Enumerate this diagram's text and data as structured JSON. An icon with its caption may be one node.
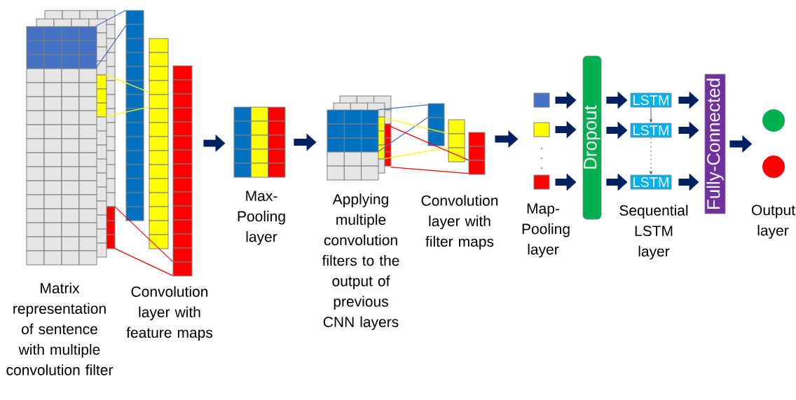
{
  "diagram": {
    "nodes": [
      {
        "text": [],
        "shape": "picture",
        "beside": [
          "Matrix representation of sentence with multiple convolution filter"
        ]
      },
      {
        "text": [],
        "shape": "picture",
        "beside": [
          "Convolution layer with feature maps"
        ]
      },
      {
        "text": [],
        "shape": "picture",
        "beside": [
          "Max-Pooling layer"
        ]
      },
      {
        "text": [],
        "shape": "picture",
        "beside": [
          "Applying multiple convolution filters to the output of previous CNN layers"
        ]
      },
      {
        "text": [],
        "shape": "picture",
        "beside": [
          "Convolution layer with filter maps"
        ]
      },
      {
        "text": [],
        "shape": "box"
      },
      {
        "text": [],
        "shape": "box"
      },
      {
        "text": [],
        "shape": "box"
      },
      {
        "text": [
          "Dropout"
        ]
      },
      {
        "text": [
          "LSTM"
        ]
      },
      {
        "text": [
          "LSTM"
        ]
      },
      {
        "text": [
          "LSTM"
        ]
      },
      {
        "text": [
          "Fully-Connected"
        ]
      },
      {
        "text": [],
        "shape": "circle"
      },
      {
        "text": [],
        "shape": "circle"
      }
    ],
    "edges": [
      {
        "from": 1,
        "to": 2,
        "arrow": "to",
        "style": "thick"
      },
      {
        "from": 2,
        "to": 3,
        "arrow": "to",
        "style": "thick"
      },
      {
        "from": 4,
        "to": 6,
        "arrow": "to",
        "style": "thick"
      },
      {
        "from": 5,
        "to": 8,
        "arrow": "to",
        "style": "thick"
      },
      {
        "from": 6,
        "to": 8,
        "arrow": "to",
        "style": "thick"
      },
      {
        "from": 7,
        "to": 8,
        "arrow": "to",
        "style": "thick"
      },
      {
        "from": 8,
        "to": 9,
        "arrow": "to",
        "style": "thick"
      },
      {
        "from": 8,
        "to": 10,
        "arrow": "to",
        "style": "thick"
      },
      {
        "from": 8,
        "to": 11,
        "arrow": "to",
        "style": "thick"
      },
      {
        "from": 9,
        "to": 10,
        "arrow": "to",
        "color": "#595959"
      },
      {
        "from": 10,
        "to": 11,
        "arrow": "to",
        "style": "dashed",
        "color": "#595959"
      },
      {
        "from": 9,
        "to": 12,
        "arrow": "to",
        "style": "thick"
      },
      {
        "from": 10,
        "to": 12,
        "arrow": "to",
        "style": "thick"
      },
      {
        "from": 11,
        "to": 12,
        "arrow": "to",
        "style": "thick"
      },
      {
        "from": 12,
        "to": null,
        "arrow": "to",
        "style": "thick"
      },
      {
        "from": 0,
        "to": 1,
        "arrow": "none",
        "color": "#4472c4"
      },
      {
        "from": 0,
        "to": 1,
        "arrow": "none",
        "color": "#4472c4"
      },
      {
        "from": 0,
        "to": 1,
        "arrow": "none",
        "color": "#ffff00"
      },
      {
        "from": 0,
        "to": 1,
        "arrow": "none",
        "color": "#ffff00"
      },
      {
        "from": 0,
        "to": 1,
        "arrow": "none",
        "color": "#ff0000"
      },
      {
        "from": 0,
        "to": 1,
        "arrow": "none",
        "color": "#ff0000"
      },
      {
        "from": 3,
        "to": 4,
        "arrow": "none",
        "color": "#4472c4"
      },
      {
        "from": 3,
        "to": 4,
        "arrow": "none",
        "color": "#4472c4"
      },
      {
        "from": 3,
        "to": 4,
        "arrow": "none",
        "color": "#ffff00"
      },
      {
        "from": 3,
        "to": 4,
        "arrow": "none",
        "color": "#ffff00"
      },
      {
        "from": 3,
        "to": 4,
        "arrow": "none",
        "color": "#ff0000"
      },
      {
        "from": 3,
        "to": 4,
        "arrow": "none",
        "color": "#ff0000"
      }
    ],
    "labels": [
      "Map-Pooling layer",
      "Sequential LSTM layer",
      "Output layer"
    ]
  }
}
